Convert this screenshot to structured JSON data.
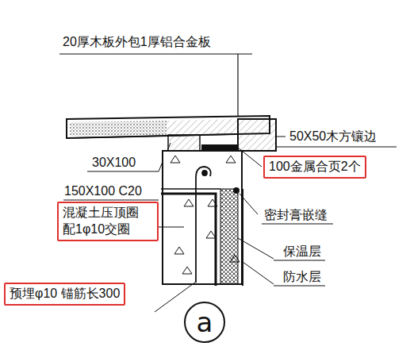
{
  "diagram": {
    "nodes": [
      {
        "text": [
          "100金属合页2个"
        ]
      },
      {
        "text": [
          "混凝土压顶圈 配1φ10交圈"
        ]
      },
      {
        "text": [
          "预埋φ10 锚筋长300"
        ]
      },
      {
        "text": [
          "a"
        ]
      }
    ],
    "edges": [],
    "labels": [
      "20厚木板外包1厚铝合金板",
      "50X50木方镶边",
      "30X100",
      "150X100 C20",
      "密封膏嵌缝",
      "保温层",
      "防水层"
    ]
  }
}
